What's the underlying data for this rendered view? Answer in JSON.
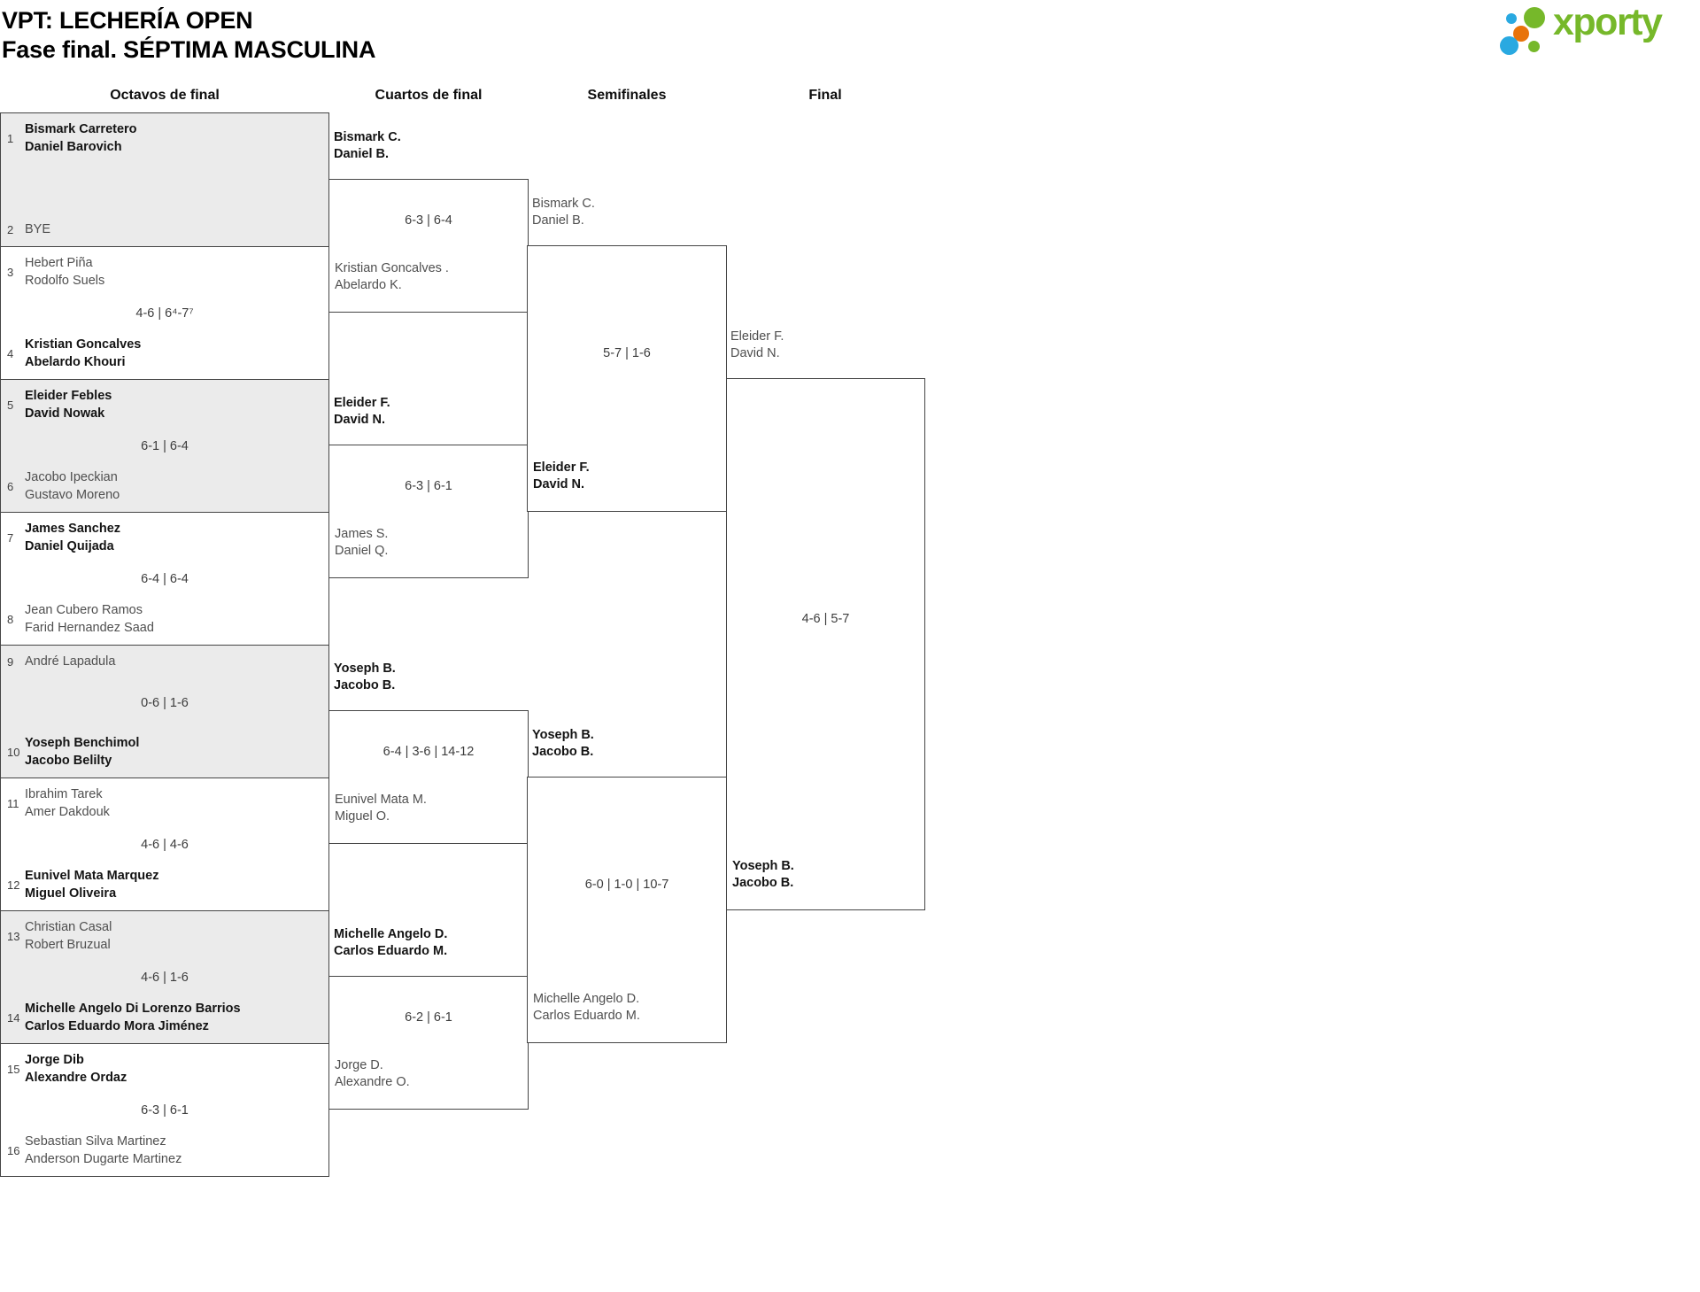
{
  "page": {
    "title_line1": "VPT: LECHERÍA OPEN",
    "title_line2": "Fase final. SÉPTIMA MASCULINA"
  },
  "logo": {
    "text": "xporty",
    "green": "#76b82a",
    "blue": "#29a9e1",
    "orange": "#e8730a"
  },
  "headers": [
    "Octavos de final",
    "Cuartos de final",
    "Semifinales",
    "Final"
  ],
  "r16": [
    {
      "top": {
        "seed": "1",
        "line1": "Bismark Carretero",
        "line2": "Daniel Barovich",
        "winner": true
      },
      "score": "",
      "bottom": {
        "seed": "2",
        "line1": "BYE",
        "line2": "",
        "winner": false
      }
    },
    {
      "top": {
        "seed": "3",
        "line1": "Hebert Piña",
        "line2": "Rodolfo Suels",
        "winner": false
      },
      "score": "4-6 | 6⁴-7⁷",
      "bottom": {
        "seed": "4",
        "line1": "Kristian Goncalves",
        "line2": "Abelardo Khouri",
        "winner": true
      }
    },
    {
      "top": {
        "seed": "5",
        "line1": "Eleider Febles",
        "line2": "David Nowak",
        "winner": true
      },
      "score": "6-1 | 6-4",
      "bottom": {
        "seed": "6",
        "line1": "Jacobo Ipeckian",
        "line2": "Gustavo Moreno",
        "winner": false
      }
    },
    {
      "top": {
        "seed": "7",
        "line1": "James Sanchez",
        "line2": "Daniel Quijada",
        "winner": true
      },
      "score": "6-4 | 6-4",
      "bottom": {
        "seed": "8",
        "line1": "Jean Cubero Ramos",
        "line2": "Farid Hernandez Saad",
        "winner": false
      }
    },
    {
      "top": {
        "seed": "9",
        "line1": "André Lapadula",
        "line2": "",
        "winner": false
      },
      "score": "0-6 | 1-6",
      "bottom": {
        "seed": "10",
        "line1": "Yoseph Benchimol",
        "line2": "Jacobo Belilty",
        "winner": true
      }
    },
    {
      "top": {
        "seed": "11",
        "line1": "Ibrahim Tarek",
        "line2": "Amer Dakdouk",
        "winner": false
      },
      "score": "4-6 | 4-6",
      "bottom": {
        "seed": "12",
        "line1": "Eunivel Mata Marquez",
        "line2": "Miguel Oliveira",
        "winner": true
      }
    },
    {
      "top": {
        "seed": "13",
        "line1": "Christian Casal",
        "line2": "Robert Bruzual",
        "winner": false
      },
      "score": "4-6 | 1-6",
      "bottom": {
        "seed": "14",
        "line1": "Michelle Angelo Di Lorenzo Barrios",
        "line2": "Carlos Eduardo Mora Jiménez",
        "winner": true
      }
    },
    {
      "top": {
        "seed": "15",
        "line1": "Jorge Dib",
        "line2": "Alexandre Ordaz",
        "winner": true
      },
      "score": "6-3 | 6-1",
      "bottom": {
        "seed": "16",
        "line1": "Sebastian Silva Martinez",
        "line2": "Anderson Dugarte Martinez",
        "winner": false
      }
    }
  ],
  "qf": [
    {
      "top": {
        "line1": "Bismark C.",
        "line2": "Daniel B.",
        "winner": true
      },
      "score": "6-3 | 6-4",
      "bottom": {
        "line1": "Kristian Goncalves .",
        "line2": "Abelardo K.",
        "winner": false
      }
    },
    {
      "top": {
        "line1": "Eleider F.",
        "line2": "David N.",
        "winner": true
      },
      "score": "6-3 | 6-1",
      "bottom": {
        "line1": "James S.",
        "line2": "Daniel Q.",
        "winner": false
      }
    },
    {
      "top": {
        "line1": "Yoseph B.",
        "line2": "Jacobo B.",
        "winner": true
      },
      "score": "6-4 | 3-6 | 14-12",
      "bottom": {
        "line1": "Eunivel Mata M.",
        "line2": "Miguel O.",
        "winner": false
      }
    },
    {
      "top": {
        "line1": "Michelle Angelo D.",
        "line2": "Carlos Eduardo M.",
        "winner": true
      },
      "score": "6-2 | 6-1",
      "bottom": {
        "line1": "Jorge D.",
        "line2": "Alexandre O.",
        "winner": false
      }
    }
  ],
  "sf": [
    {
      "top": {
        "line1": "Bismark C.",
        "line2": "Daniel B.",
        "winner": false
      },
      "score": "5-7 | 1-6",
      "bottom": {
        "line1": "Eleider F.",
        "line2": "David N.",
        "winner": true
      }
    },
    {
      "top": {
        "line1": "Yoseph B.",
        "line2": "Jacobo B.",
        "winner": true
      },
      "score": "6-0 | 1-0 | 10-7",
      "bottom": {
        "line1": "Michelle Angelo D.",
        "line2": "Carlos Eduardo M.",
        "winner": false
      }
    }
  ],
  "final": {
    "top": {
      "line1": "Eleider F.",
      "line2": "David N.",
      "winner": false
    },
    "score": "4-6 | 5-7",
    "bottom": {
      "line1": "Yoseph B.",
      "line2": "Jacobo B.",
      "winner": true
    }
  }
}
